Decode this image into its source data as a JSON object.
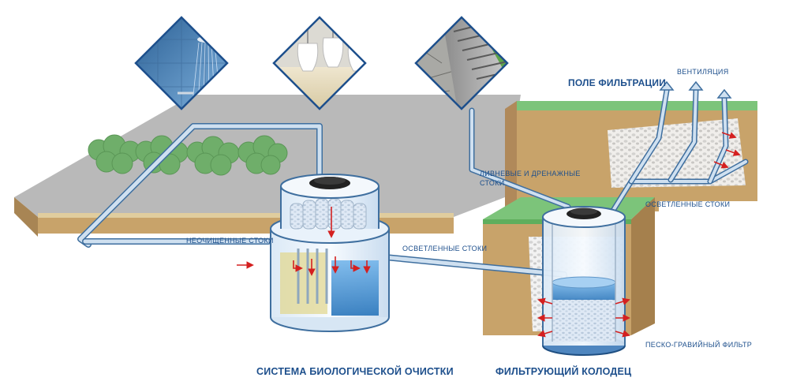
{
  "labels": {
    "untreated": "НЕОЧИЩЕННЫЕ СТОКИ",
    "clarified_left": "ОСВЕТЛЕННЫЕ СТОКИ",
    "storm_line1": "ЛИВНЕВЫЕ И ДРЕНАЖНЫЕ",
    "storm_line2": "СТОКИ",
    "clarified_right": "ОСВЕТЛЕННЫЕ СТОКИ",
    "ventilation": "ВЕНТИЛЯЦИЯ",
    "sand_gravel": "ПЕСКО-ГРАВИЙНЫЙ ФИЛЬТР"
  },
  "titles": {
    "field": "ПОЛЕ ФИЛЬТРАЦИИ",
    "bio_system": "СИСТЕМА БИОЛОГИЧЕСКОЙ ОЧИСТКИ",
    "filter_well": "ФИЛЬТРУЮЩИЙ КОЛОДЕЦ"
  },
  "colors": {
    "pipe": "#9dbbd8",
    "pipe_edge": "#3f6f9f",
    "ground_top": "#b8b8b8",
    "soil": "#c8a36a",
    "grass": "#7cc47a",
    "water": "#3d8fd6",
    "flow_arrow": "#d42020",
    "label": "#1d4f8c"
  },
  "icons": [
    "shower-icon",
    "urinal-icon",
    "drain-grate-icon"
  ]
}
